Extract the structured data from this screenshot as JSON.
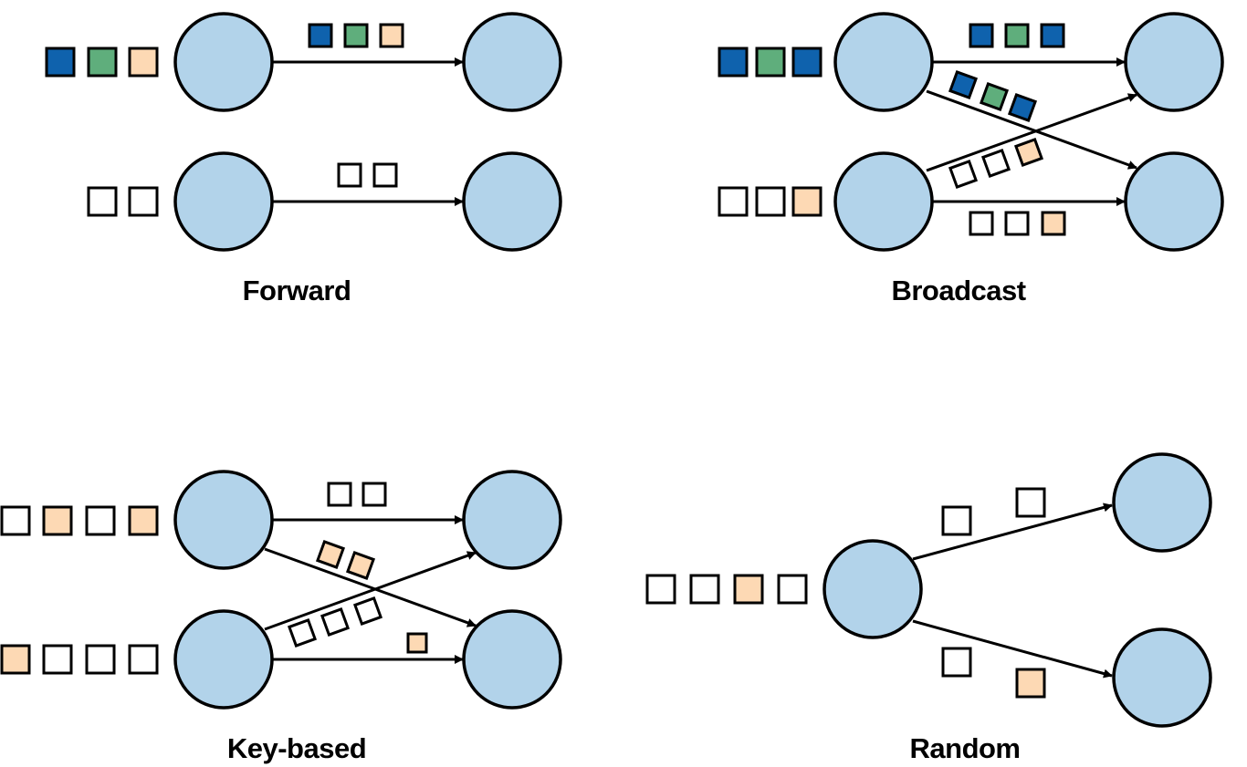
{
  "colors": {
    "node_fill": "#b2d3ea",
    "stroke": "#000000",
    "blue": "#0f62ad",
    "green": "#5fae7c",
    "peach": "#fdd9b4",
    "white": "#ffffff"
  },
  "panels": {
    "forward": {
      "title": "Forward",
      "inputs": [
        [
          "blue",
          "green",
          "peach"
        ],
        [
          "white",
          "white"
        ]
      ],
      "edges": [
        {
          "from": 0,
          "to": 0,
          "records": [
            "blue",
            "green",
            "peach"
          ]
        },
        {
          "from": 1,
          "to": 1,
          "records": [
            "white",
            "white"
          ]
        }
      ]
    },
    "broadcast": {
      "title": "Broadcast",
      "inputs": [
        [
          "blue",
          "green",
          "blue"
        ],
        [
          "white",
          "white",
          "peach"
        ]
      ],
      "edges": [
        {
          "from": 0,
          "to": 0,
          "records": [
            "blue",
            "green",
            "blue"
          ]
        },
        {
          "from": 0,
          "to": 1,
          "records": [
            "blue",
            "green",
            "blue"
          ]
        },
        {
          "from": 1,
          "to": 0,
          "records": [
            "white",
            "white",
            "peach"
          ]
        },
        {
          "from": 1,
          "to": 1,
          "records": [
            "white",
            "white",
            "peach"
          ]
        }
      ]
    },
    "key_based": {
      "title": "Key-based",
      "inputs": [
        [
          "white",
          "peach",
          "white",
          "peach"
        ],
        [
          "peach",
          "white",
          "white",
          "white"
        ]
      ],
      "edges": [
        {
          "from": 0,
          "to": 0,
          "records": [
            "white",
            "white"
          ]
        },
        {
          "from": 0,
          "to": 1,
          "records": [
            "peach",
            "peach"
          ]
        },
        {
          "from": 1,
          "to": 0,
          "records": [
            "white",
            "white",
            "white"
          ]
        },
        {
          "from": 1,
          "to": 1,
          "records": [
            "peach"
          ]
        }
      ]
    },
    "random": {
      "title": "Random",
      "inputs": [
        [
          "white",
          "white",
          "peach",
          "white"
        ]
      ],
      "edges": [
        {
          "from": 0,
          "to": 0,
          "records": [
            "white",
            "white"
          ]
        },
        {
          "from": 0,
          "to": 1,
          "records": [
            "white",
            "peach"
          ]
        }
      ]
    }
  }
}
